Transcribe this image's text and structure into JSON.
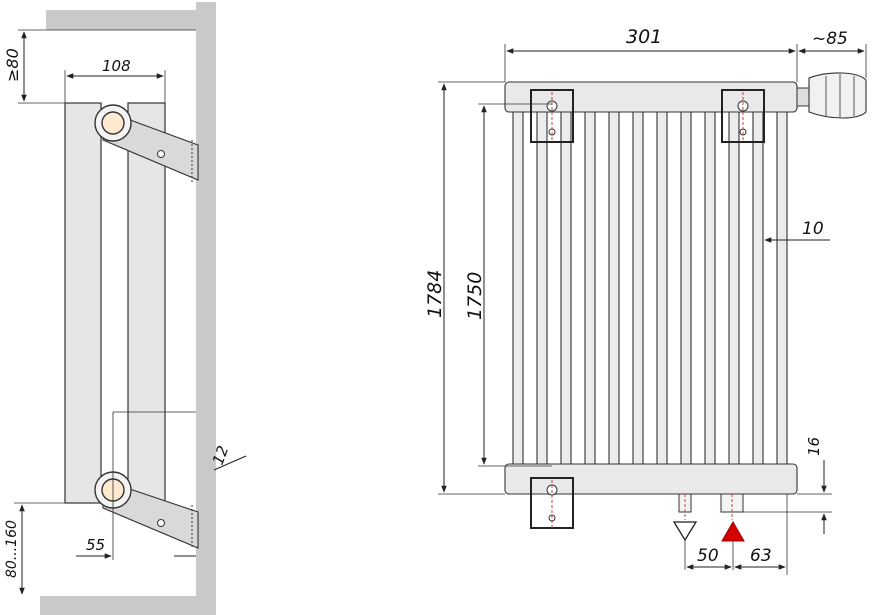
{
  "drawing": {
    "side_view": {
      "dim_top_clearance": "≥80",
      "dim_depth": "108",
      "dim_offset": "55",
      "dim_bottom_clearance": "80...160",
      "dim_gap": "12"
    },
    "front_view": {
      "dim_width": "301",
      "dim_valve": "~85",
      "dim_height_total": "1784",
      "dim_height_axis": "1750",
      "dim_column": "10",
      "dim_bottom": "16",
      "dim_inlet_offset": "50",
      "dim_outlet_offset": "63"
    },
    "colors": {
      "inlet_marker": "#d40000",
      "wall": "#c9c9c9"
    },
    "icons": {
      "outlet": "triangle-down-outline-icon",
      "inlet": "triangle-up-red-icon",
      "valve": "thermostatic-valve-icon"
    }
  }
}
